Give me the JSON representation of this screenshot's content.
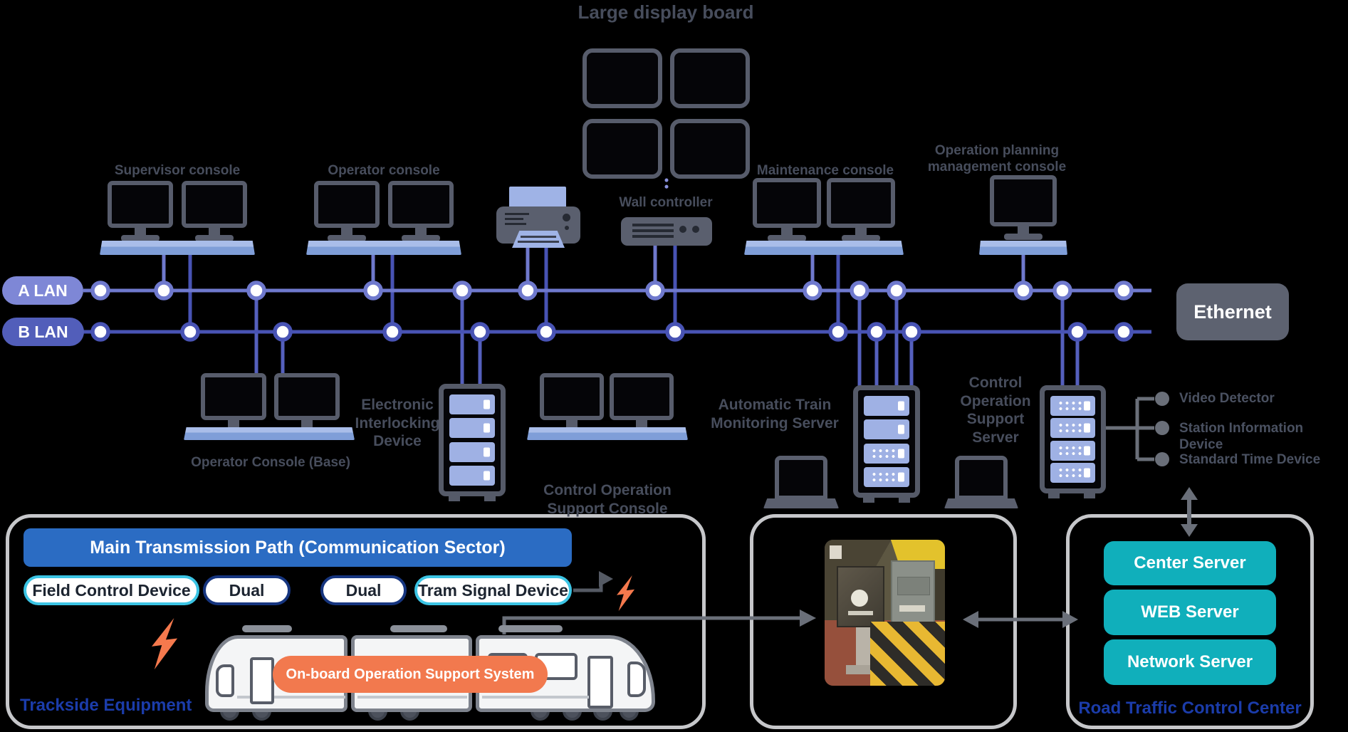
{
  "diagram": {
    "title": "Large display board",
    "wall_controller": "Wall controller",
    "ethernet": "Ethernet",
    "lan_a": "A LAN",
    "lan_b": "B LAN",
    "consoles": {
      "supervisor": "Supervisor console",
      "operator": "Operator console",
      "maintenance": "Maintenance console",
      "op_planning": [
        "Operation planning",
        "management console"
      ],
      "operator_base": "Operator Console (Base)",
      "interlocking": [
        "Electronic",
        "Interlocking",
        "Device"
      ],
      "support_console": [
        "Control Operation",
        "Support Console"
      ],
      "atm_server": [
        "Automatic Train",
        "Monitoring Server"
      ],
      "cos_server": [
        "Control",
        "Operation",
        "Support Server"
      ]
    },
    "external_devices": [
      "Video Detector",
      "Station Information Device",
      "Standard Time Device"
    ]
  },
  "trackside": {
    "header": "Main Transmission Path (Communication Sector)",
    "pills": [
      "Field Control Device",
      "Dual",
      "Dual",
      "Tram Signal Device"
    ],
    "onboard_system": "On-board Operation Support System",
    "label": "Trackside Equipment"
  },
  "road_traffic": {
    "servers": [
      "Center Server",
      "WEB Server",
      "Network Server"
    ],
    "label": "Road Traffic Control Center"
  },
  "colors": {
    "lan_a_pill": "#7e87d6",
    "lan_b_pill": "#525eba",
    "bus_a": "#6f79cd",
    "bus_b": "#4853b4",
    "header_blue": "#2b6cc3",
    "cyan_border": "#3bc4e4",
    "navy_border": "#16357f",
    "teal": "#10afbb",
    "orange": "#f2794e",
    "dark_blue_text": "#1b3caa",
    "gray_text": "#474d5c",
    "device_gray": "#5a5f6e"
  }
}
